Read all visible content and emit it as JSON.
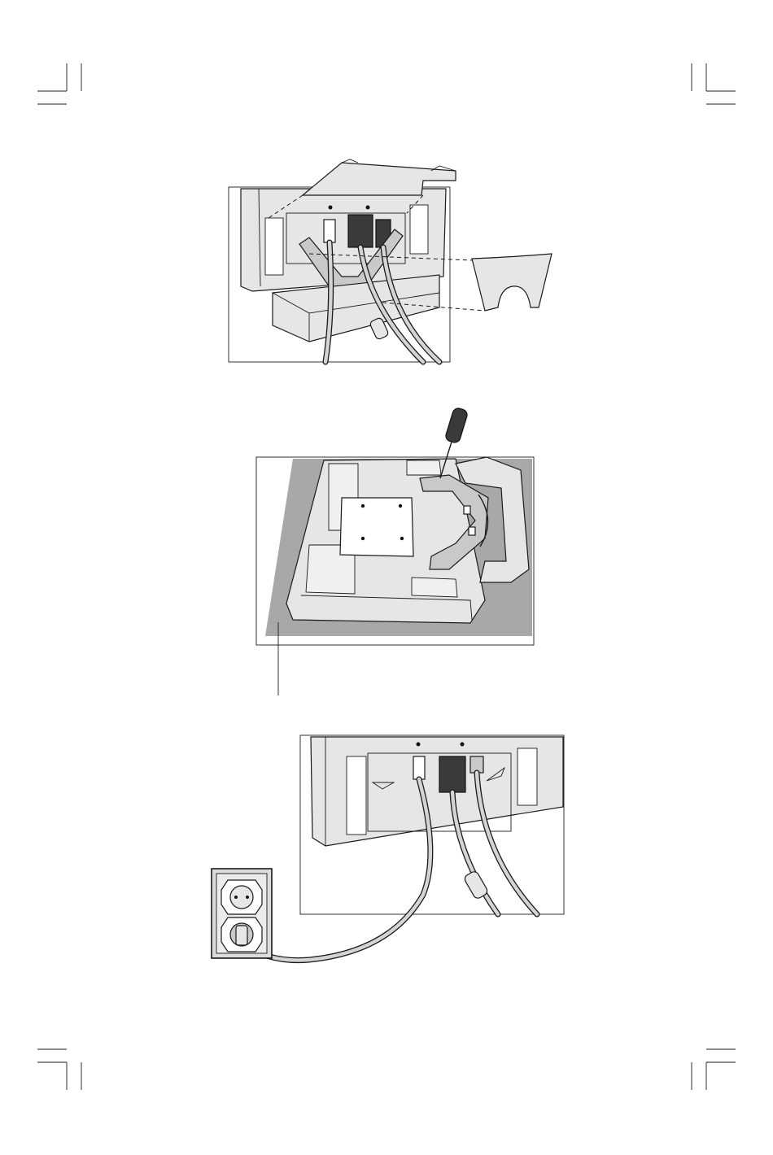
{
  "page": {
    "title": "",
    "figures": [
      {
        "id": "figure-1",
        "subject": "cable-cover-attachment"
      },
      {
        "id": "figure-2",
        "subject": "stand-removal-screwdriver"
      },
      {
        "id": "figure-3",
        "subject": "power-cable-to-wall-outlet"
      }
    ]
  },
  "colors": {
    "ink": "#1a1a1a",
    "panel_gray": "#a8a8a8",
    "light_gray": "#e6e6e6",
    "mid_gray": "#c9c9c9",
    "connector_dark": "#3a3a3a"
  },
  "icons": [
    "crop-mark-icon",
    "screwdriver-icon",
    "wall-outlet-icon",
    "plug-icon"
  ]
}
